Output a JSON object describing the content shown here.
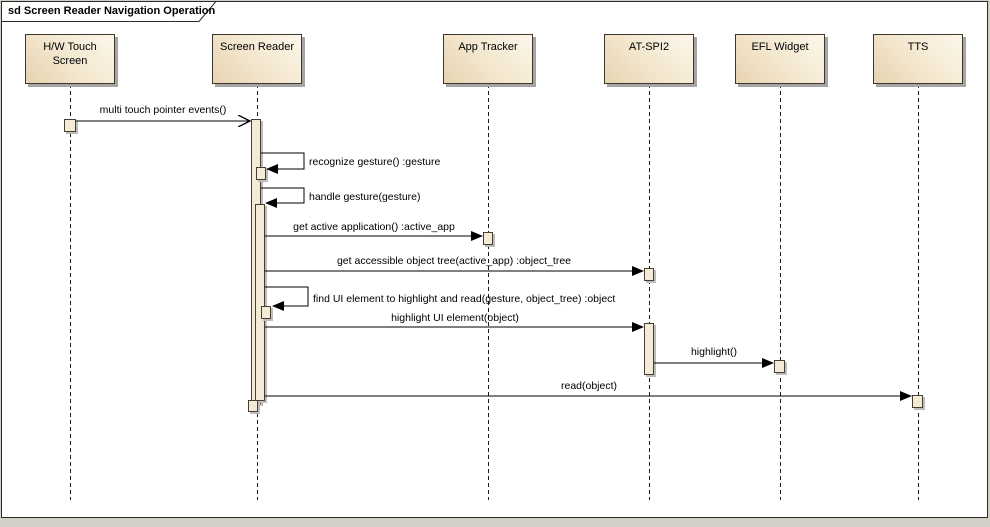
{
  "frame": {
    "title": "sd Screen Reader Navigation Operation",
    "type": "uml-sequence-diagram"
  },
  "lifelines": [
    {
      "id": "hw-touch-screen",
      "label": "H/W Touch Screen"
    },
    {
      "id": "screen-reader",
      "label": "Screen Reader"
    },
    {
      "id": "app-tracker",
      "label": "App Tracker"
    },
    {
      "id": "at-spi2",
      "label": "AT-SPI2"
    },
    {
      "id": "efl-widget",
      "label": "EFL Widget"
    },
    {
      "id": "tts",
      "label": "TTS"
    }
  ],
  "messages": [
    {
      "from": "H/W Touch Screen",
      "to": "Screen Reader",
      "kind": "async",
      "text": "multi touch pointer events()"
    },
    {
      "from": "Screen Reader",
      "to": "Screen Reader",
      "kind": "self",
      "text": "recognize gesture() :gesture"
    },
    {
      "from": "Screen Reader",
      "to": "Screen Reader",
      "kind": "self",
      "text": "handle gesture(gesture)"
    },
    {
      "from": "Screen Reader",
      "to": "App Tracker",
      "kind": "sync",
      "text": "get active application() :active_app"
    },
    {
      "from": "Screen Reader",
      "to": "AT-SPI2",
      "kind": "sync",
      "text": "get accessible object tree(active_app) :object_tree"
    },
    {
      "from": "Screen Reader",
      "to": "Screen Reader",
      "kind": "self",
      "text": "find UI element to highlight and read(gesture, object_tree) :object"
    },
    {
      "from": "Screen Reader",
      "to": "AT-SPI2",
      "kind": "sync",
      "text": "highlight UI element(object)"
    },
    {
      "from": "AT-SPI2",
      "to": "EFL Widget",
      "kind": "sync",
      "text": "highlight()"
    },
    {
      "from": "Screen Reader",
      "to": "TTS",
      "kind": "sync",
      "text": "read(object)"
    }
  ],
  "colors": {
    "canvas": "#ffffff",
    "page_background": "#d4d0c8",
    "box_fill_dark": "#e7d3b2",
    "box_fill_light": "#fcf7eb",
    "box_border": "#3d372c",
    "activation_fill": "#f4ebd7",
    "shadow": "#a5a5a5",
    "line": "#1a1a1a"
  }
}
